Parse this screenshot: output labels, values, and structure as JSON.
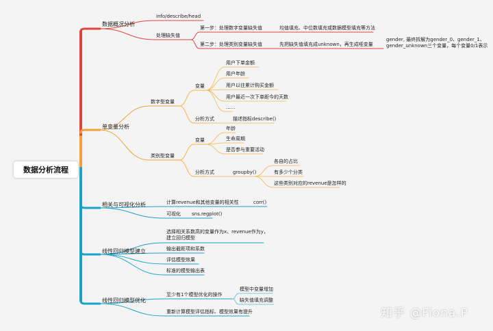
{
  "root": "数据分析流程",
  "overview": {
    "title": "数据概况分析",
    "info": "info/describe/head",
    "missing": "处理缺失值",
    "step1": "第一步：处理数字变量缺失值",
    "step1_note": "均值填充、中位数填充或数据模型填充等方法",
    "step2": "第二步：处理类别变量缺失值",
    "step2_note": "先把缺失值填充成unknown，再生成哑变量",
    "step2_detail": "gender, 最终拆解为gender_0、gender_1、gender_unknown三个变量，每个变量0/1表示"
  },
  "univariate": {
    "title": "单变量分析",
    "numeric": "数字型变量",
    "num_vars": "变量",
    "num_items": [
      "用户下单金额",
      "用户年龄",
      "用户以往累计购买金额",
      "用户最近一次下单距今的天数",
      "......"
    ],
    "num_method": "分析方式",
    "num_method_desc": "描述指标describe()",
    "category": "类别型变量",
    "cat_vars": "变量",
    "cat_items": [
      "年龄",
      "生命周期",
      "是否参与重要活动"
    ],
    "cat_method": "分析方式",
    "groupby": "groupby()",
    "groupby_items": [
      "各自的占比",
      "有多少个分类",
      "这些类别对应的revenue是怎样的"
    ]
  },
  "correlation": {
    "title": "相关与可视化分析",
    "calc": "计算revenue和其他变量的相关性",
    "corr": "corr()",
    "viz": "可视化",
    "regplot": "sns.regplot()"
  },
  "regression": {
    "title": "线性回归模型建立",
    "items": [
      "选择相关系数高的变量作为x、revenue作为y，建立回归模型",
      "输出截距项和系数",
      "评估模型效果",
      "标准的模型输出表"
    ]
  },
  "optimization": {
    "title": "线性回归模型优化",
    "at_least": "至少有1个模型优化的操作",
    "sub": [
      "模型中变量增加",
      "缺失值填充调整"
    ],
    "recalc": "重新计算模型评估指标、模型效果有提升"
  },
  "watermark": "知乎 @Fiona.P",
  "colors": {
    "red": "#e0443e",
    "orange": "#f0a23a",
    "blue": "#1aa3c9",
    "sub_orange": "#f4b54a",
    "sub_blue": "#55b8db"
  }
}
